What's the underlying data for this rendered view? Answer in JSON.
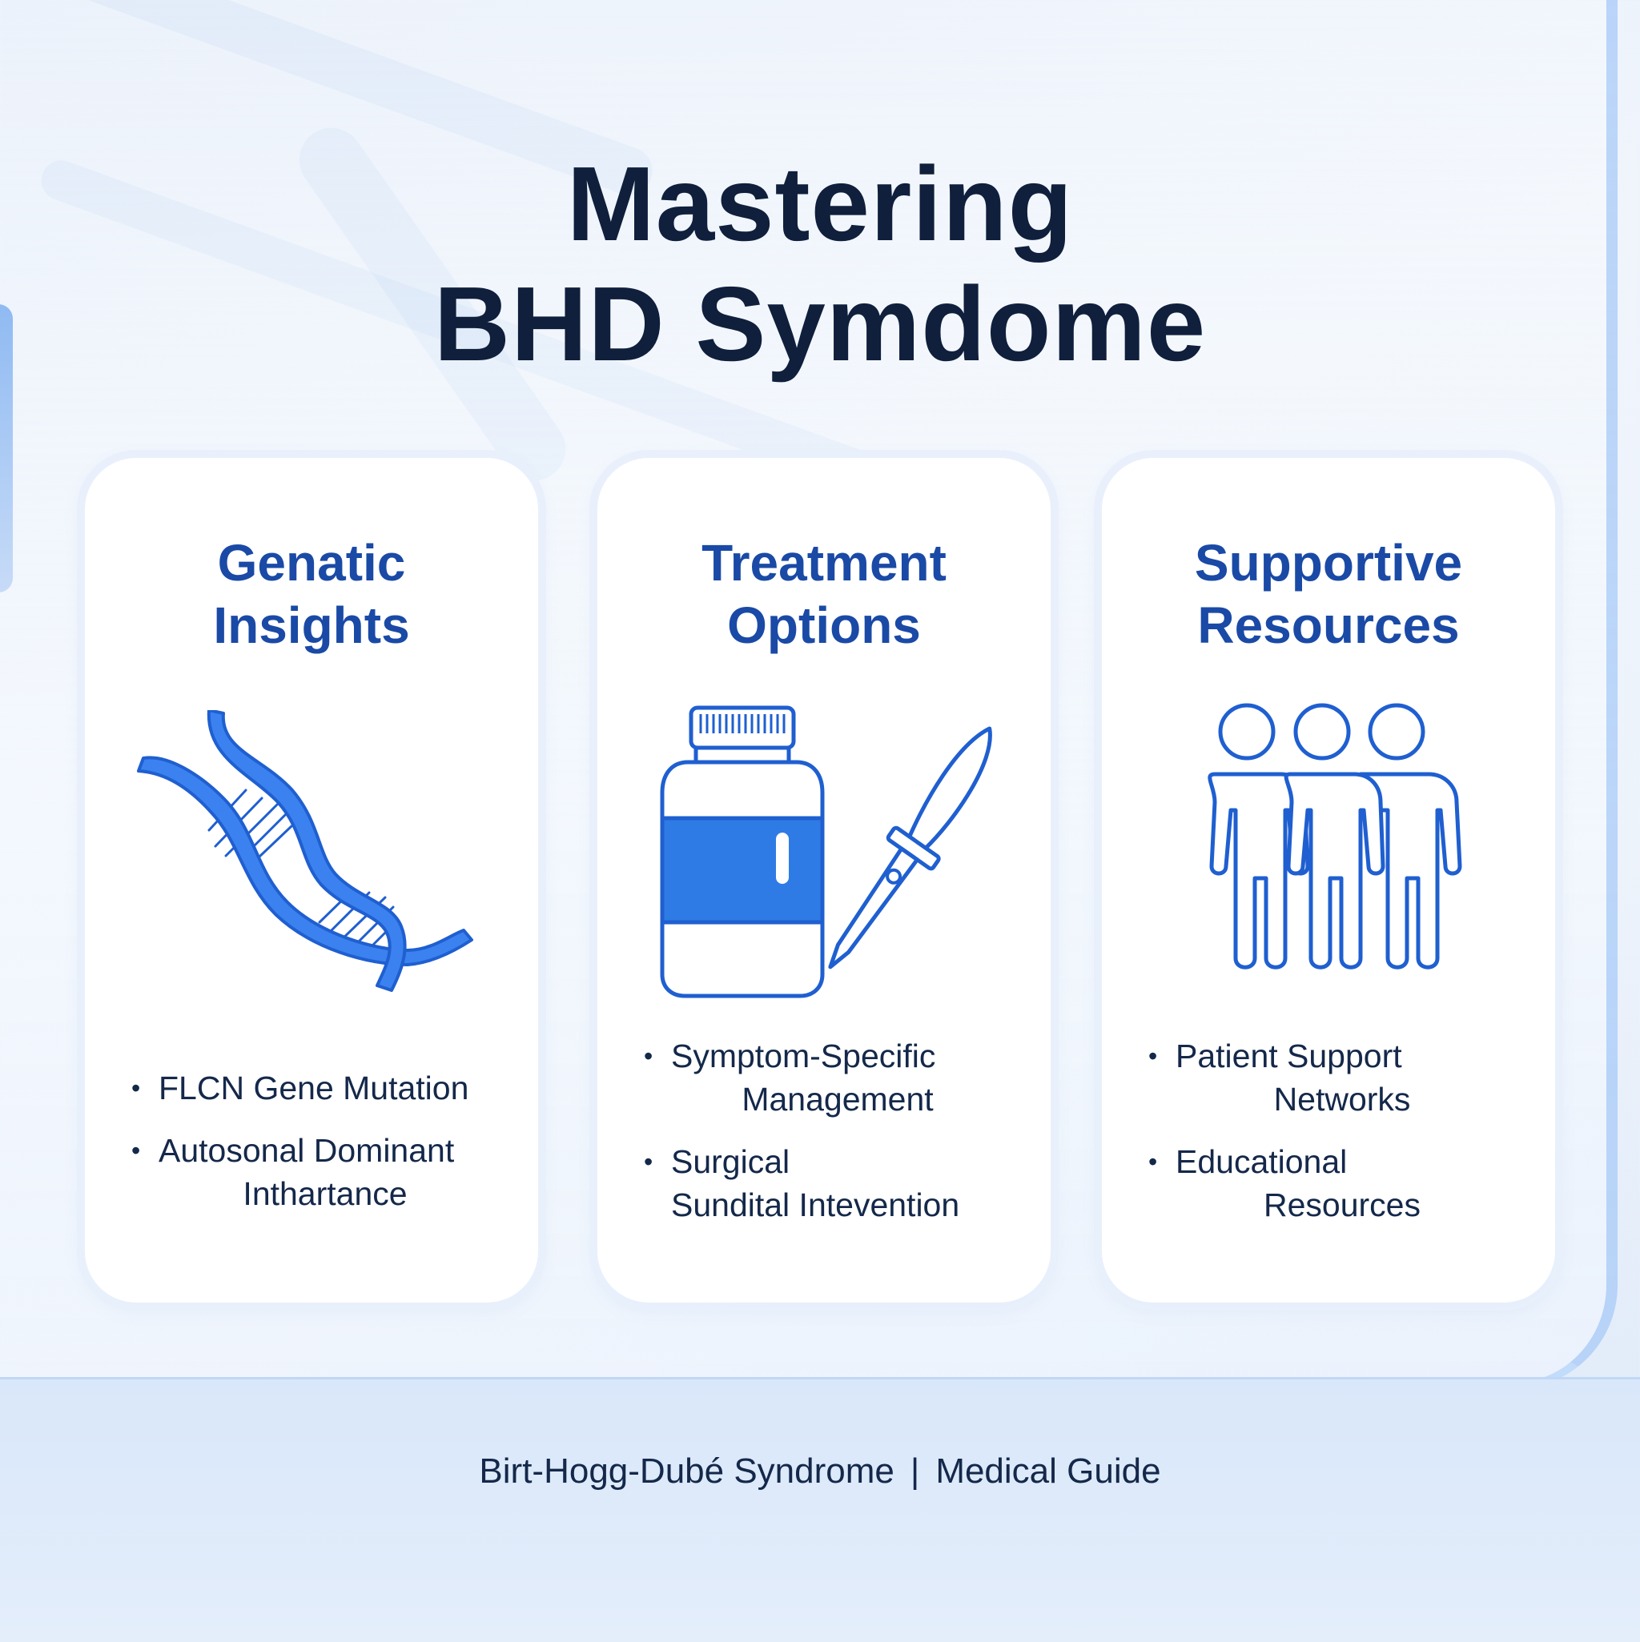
{
  "title": {
    "line1": "Mastering",
    "line2": "BHD Symdome"
  },
  "cards": [
    {
      "title_line1": "Genatic",
      "title_line2": "Insights",
      "icon": "dna-helix-icon",
      "bullets": [
        {
          "line1": "FLCN Gene Mutation",
          "line2": ""
        },
        {
          "line1": "Autosonal Dominant",
          "line2": "Inthartance"
        }
      ]
    },
    {
      "title_line1": "Treatment",
      "title_line2": "Options",
      "icon": "pill-bottle-and-scalpel-icon",
      "bullets": [
        {
          "line1": "Symptom-Specific",
          "line2": "Management"
        },
        {
          "line1": "Surgical",
          "line2": "Sundital Intevention"
        }
      ]
    },
    {
      "title_line1": "Supportive",
      "title_line2": "Resources",
      "icon": "people-group-icon",
      "bullets": [
        {
          "line1": "Patient Support",
          "line2": "Networks"
        },
        {
          "line1": "Educational",
          "line2": "Resources"
        }
      ]
    }
  ],
  "footer": {
    "left": "Birt-Hogg-Dubé Syndrome",
    "separator": "|",
    "right": "Medical Guide"
  },
  "colors": {
    "title": "#0f1f3c",
    "accent": "#1a4aa6",
    "icon_blue": "#2f7be6",
    "text": "#14284a"
  }
}
